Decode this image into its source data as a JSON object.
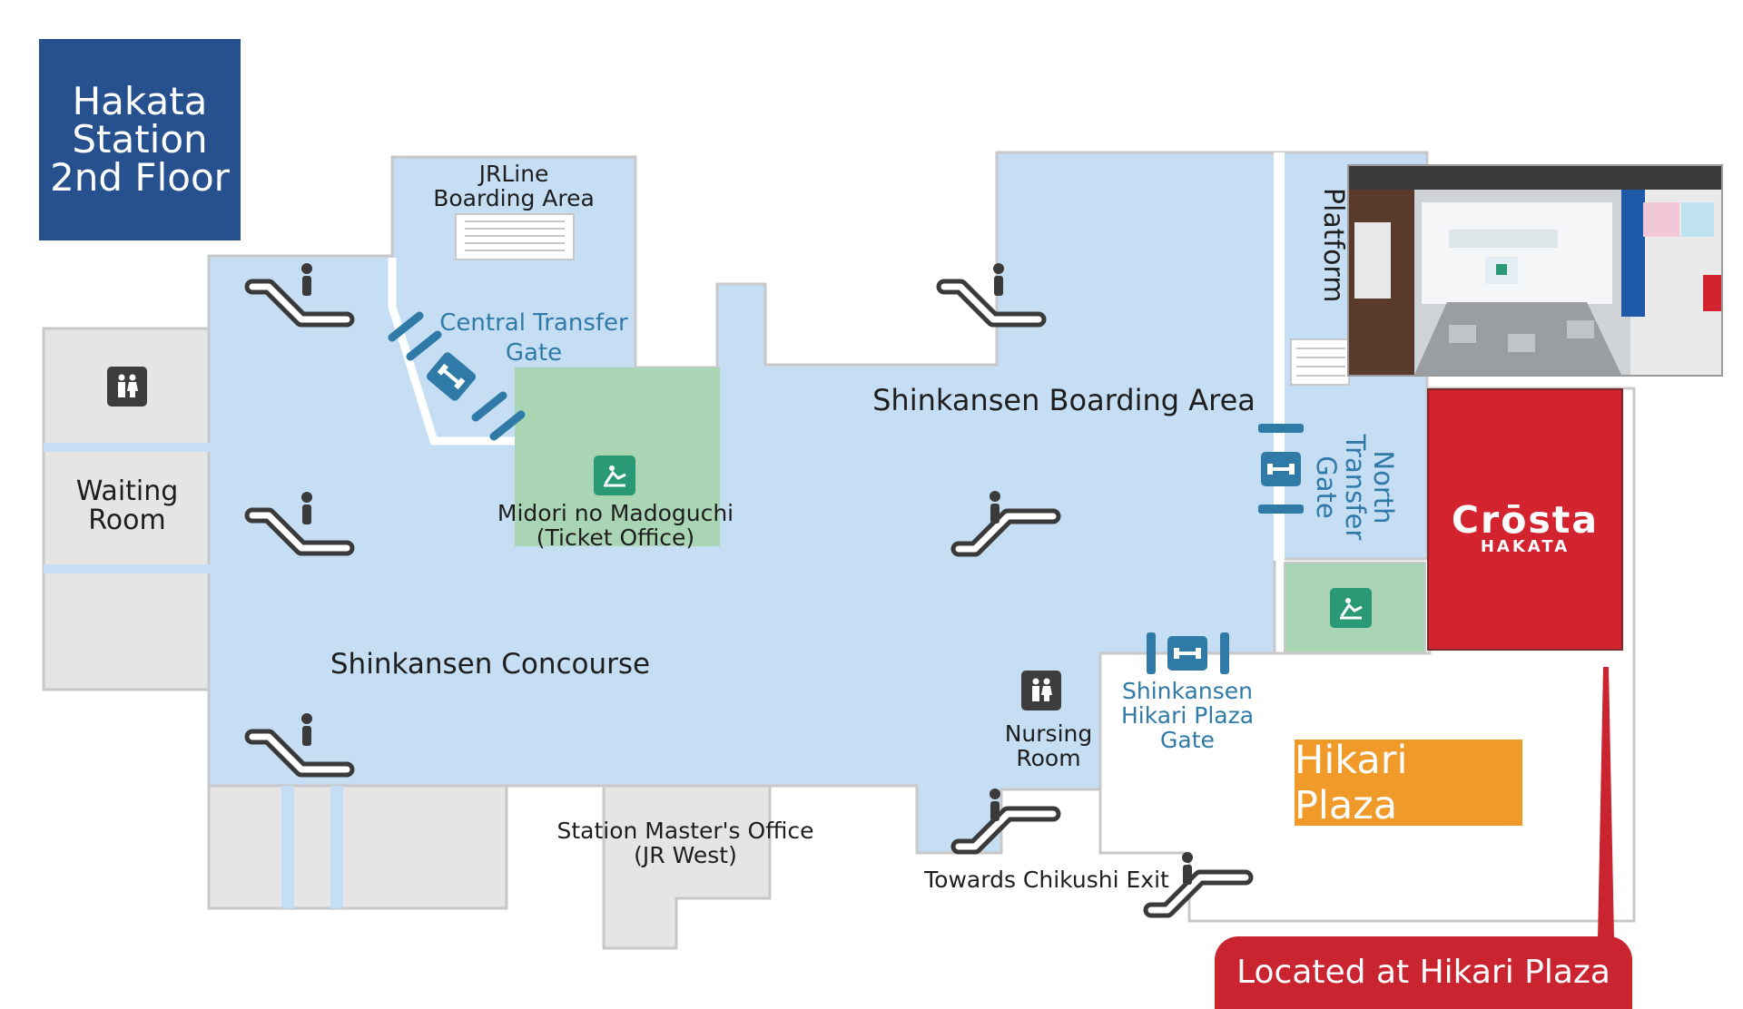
{
  "title": {
    "line1": "Hakata",
    "line2": "Station",
    "line3": "2nd Floor"
  },
  "labels": {
    "jr_line": {
      "line1": "JRLine",
      "line2": "Boarding Area"
    },
    "central_gate": {
      "line1": "Central Transfer",
      "line2": "Gate"
    },
    "waiting_room": {
      "line1": "Waiting",
      "line2": "Room"
    },
    "midori": {
      "line1": "Midori no Madoguchi",
      "line2": "(Ticket Office)"
    },
    "shinkansen_boarding": "Shinkansen Boarding Area",
    "platform": "Platform",
    "north_gate": {
      "line1": "North",
      "line2": "Transfer",
      "line3": "Gate"
    },
    "concourse": "Shinkansen Concourse",
    "nursing": {
      "line1": "Nursing",
      "line2": "Room"
    },
    "hikari_gate": {
      "line1": "Shinkansen",
      "line2": "Hikari Plaza",
      "line3": "Gate"
    },
    "station_master": {
      "line1": "Station Master's Office",
      "line2": "(JR West)"
    },
    "chikushi": "Towards Chikushi Exit"
  },
  "crosta": {
    "brand": "Crōsta",
    "sub": "HAKATA"
  },
  "hikari_plaza": "Hikari Plaza",
  "located": "Located at Hikari Plaza",
  "icons": {
    "restroom": "restroom-icon",
    "escalator": "escalator-icon",
    "gate": "ticket-gate-icon",
    "ticket_office": "ticket-office-seat-icon",
    "platform_stairs": "stairs-icon"
  },
  "colors": {
    "floor_blue": "#c5def4",
    "facility_gray": "#e5e5e5",
    "wall_gray": "#c8c8c8",
    "ticket_green": "#a9d5b5",
    "title_navy": "#26508e",
    "gate_blue": "#2f7aa6",
    "crosta_red": "#d2232f",
    "hikari_orange": "#f09a2a"
  }
}
